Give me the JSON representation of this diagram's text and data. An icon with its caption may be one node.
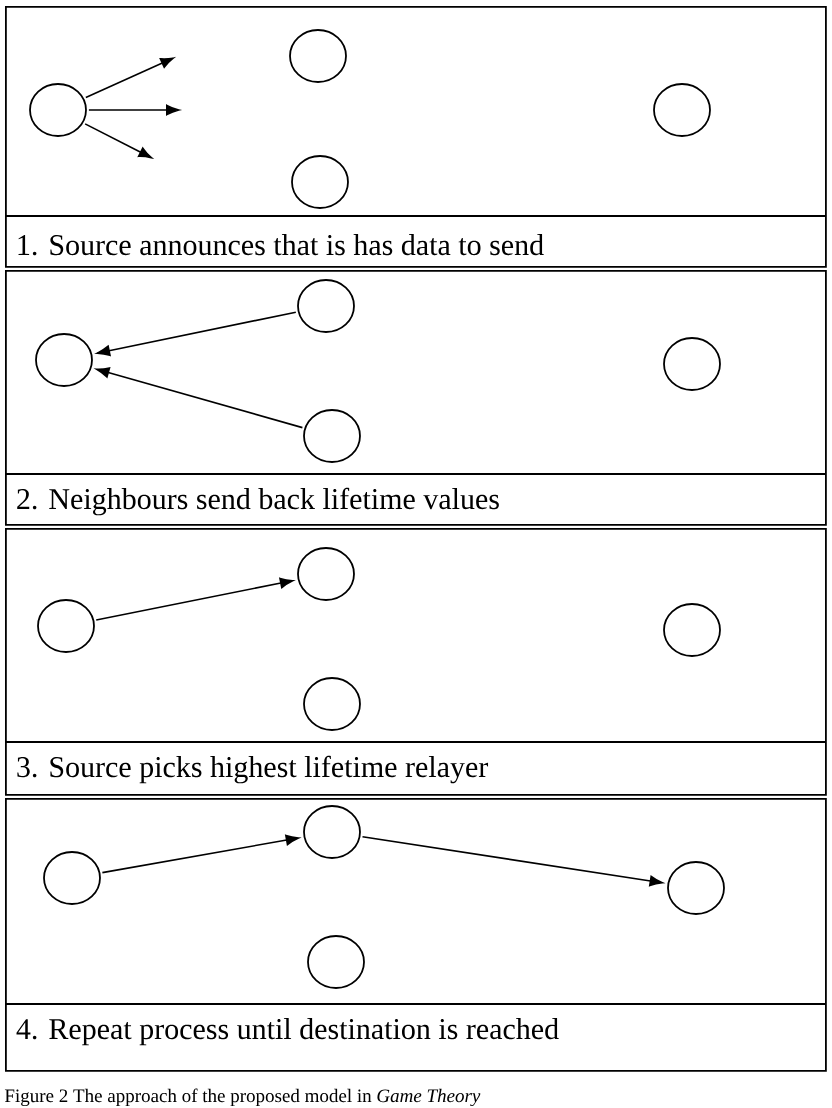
{
  "diagram": {
    "caption": "Figure 2 The approach of the proposed model in *Game Theory*",
    "nodes": [
      {
        "text": [
          "1. Source announces that is has data to send"
        ]
      },
      {
        "text": [],
        "shape": "circle",
        "in": 0
      },
      {
        "text": [],
        "shape": "circle",
        "in": 0
      },
      {
        "text": [],
        "shape": "circle",
        "in": 0
      },
      {
        "text": [],
        "shape": "circle",
        "in": 0
      },
      {
        "text": [
          "2. Neighbours send back lifetime values"
        ]
      },
      {
        "text": [],
        "shape": "circle",
        "in": 5
      },
      {
        "text": [],
        "shape": "circle",
        "in": 5
      },
      {
        "text": [],
        "shape": "circle",
        "in": 5
      },
      {
        "text": [],
        "shape": "circle",
        "in": 5
      },
      {
        "text": [
          "3. Source picks highest lifetime relayer"
        ]
      },
      {
        "text": [],
        "shape": "circle",
        "in": 10
      },
      {
        "text": [],
        "shape": "circle",
        "in": 10
      },
      {
        "text": [],
        "shape": "circle",
        "in": 10
      },
      {
        "text": [],
        "shape": "circle",
        "in": 10
      },
      {
        "text": [
          "4. Repeat process until destination is reached"
        ]
      },
      {
        "text": [],
        "shape": "circle",
        "in": 15
      },
      {
        "text": [],
        "shape": "circle",
        "in": 15
      },
      {
        "text": [],
        "shape": "circle",
        "in": 15
      },
      {
        "text": [],
        "shape": "circle",
        "in": 15
      }
    ],
    "edges": [
      {
        "from": 1,
        "to": null,
        "arrow": "to"
      },
      {
        "from": 1,
        "to": null,
        "arrow": "to"
      },
      {
        "from": 1,
        "to": null,
        "arrow": "to"
      },
      {
        "from": 7,
        "to": 6,
        "arrow": "to"
      },
      {
        "from": 8,
        "to": 6,
        "arrow": "to"
      },
      {
        "from": 11,
        "to": 12,
        "arrow": "to"
      },
      {
        "from": 16,
        "to": 17,
        "arrow": "to"
      },
      {
        "from": 17,
        "to": 19,
        "arrow": "to"
      }
    ]
  }
}
